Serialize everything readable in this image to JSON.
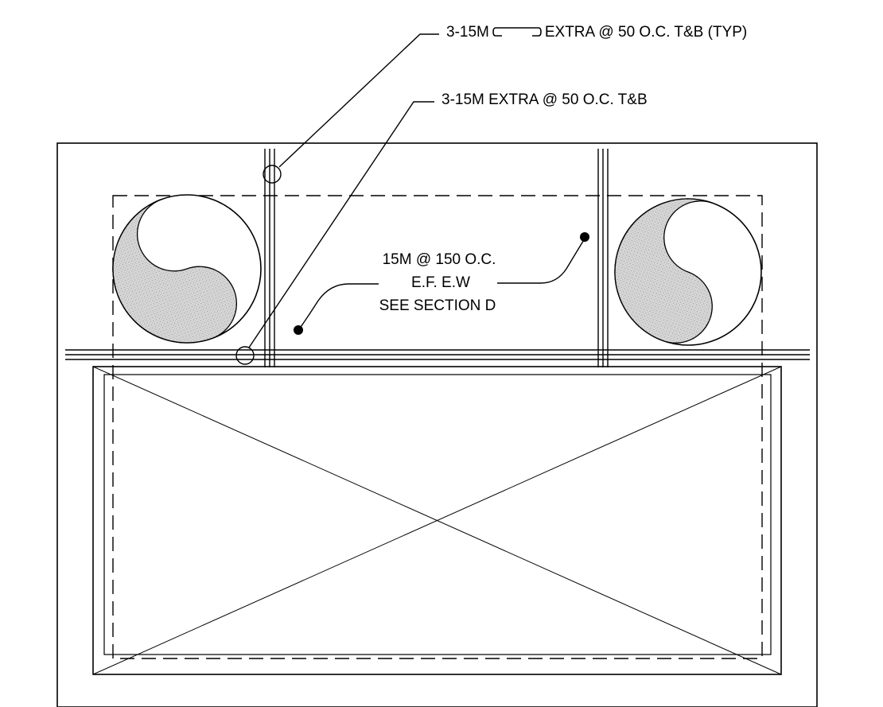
{
  "callouts": {
    "top_left_text": "3-15M",
    "top_right_text": "EXTRA @ 50 O.C. T&B (TYP)",
    "second": "3-15M EXTRA @ 50 O.C. T&B",
    "mesh_line1": "15M @ 150 O.C.",
    "mesh_line2": "E.F. E.W",
    "mesh_line3": "SEE SECTION D"
  },
  "colors": {
    "ink": "#000000",
    "hatch": "#cfcfcf",
    "paper": "#ffffff"
  }
}
